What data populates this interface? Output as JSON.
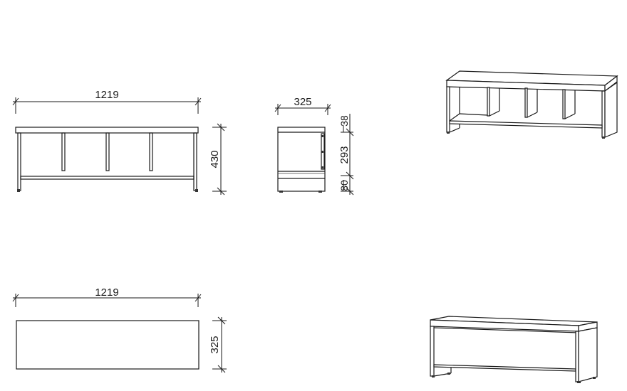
{
  "drawing": {
    "front_view": {
      "width_label": "1219",
      "height_label": "430"
    },
    "side_view": {
      "depth_label": "325",
      "top_label": "38",
      "middle_label": "293",
      "bottom_label": "80"
    },
    "top_view": {
      "width_label": "1219",
      "depth_label": "325"
    },
    "iso_front": {
      "compartments": 4
    },
    "iso_back": {
      "description": "closed back panel"
    }
  }
}
